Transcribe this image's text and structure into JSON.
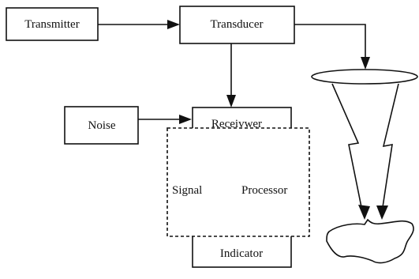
{
  "diagram": {
    "transmitter_label": "Transmitter",
    "transducer_label": "Transducer",
    "noise_label": "Noise",
    "receiver_label": "Receivwer",
    "signal_label": "Signal",
    "processor_label": "Processor",
    "indicator_label": "Indicator"
  }
}
